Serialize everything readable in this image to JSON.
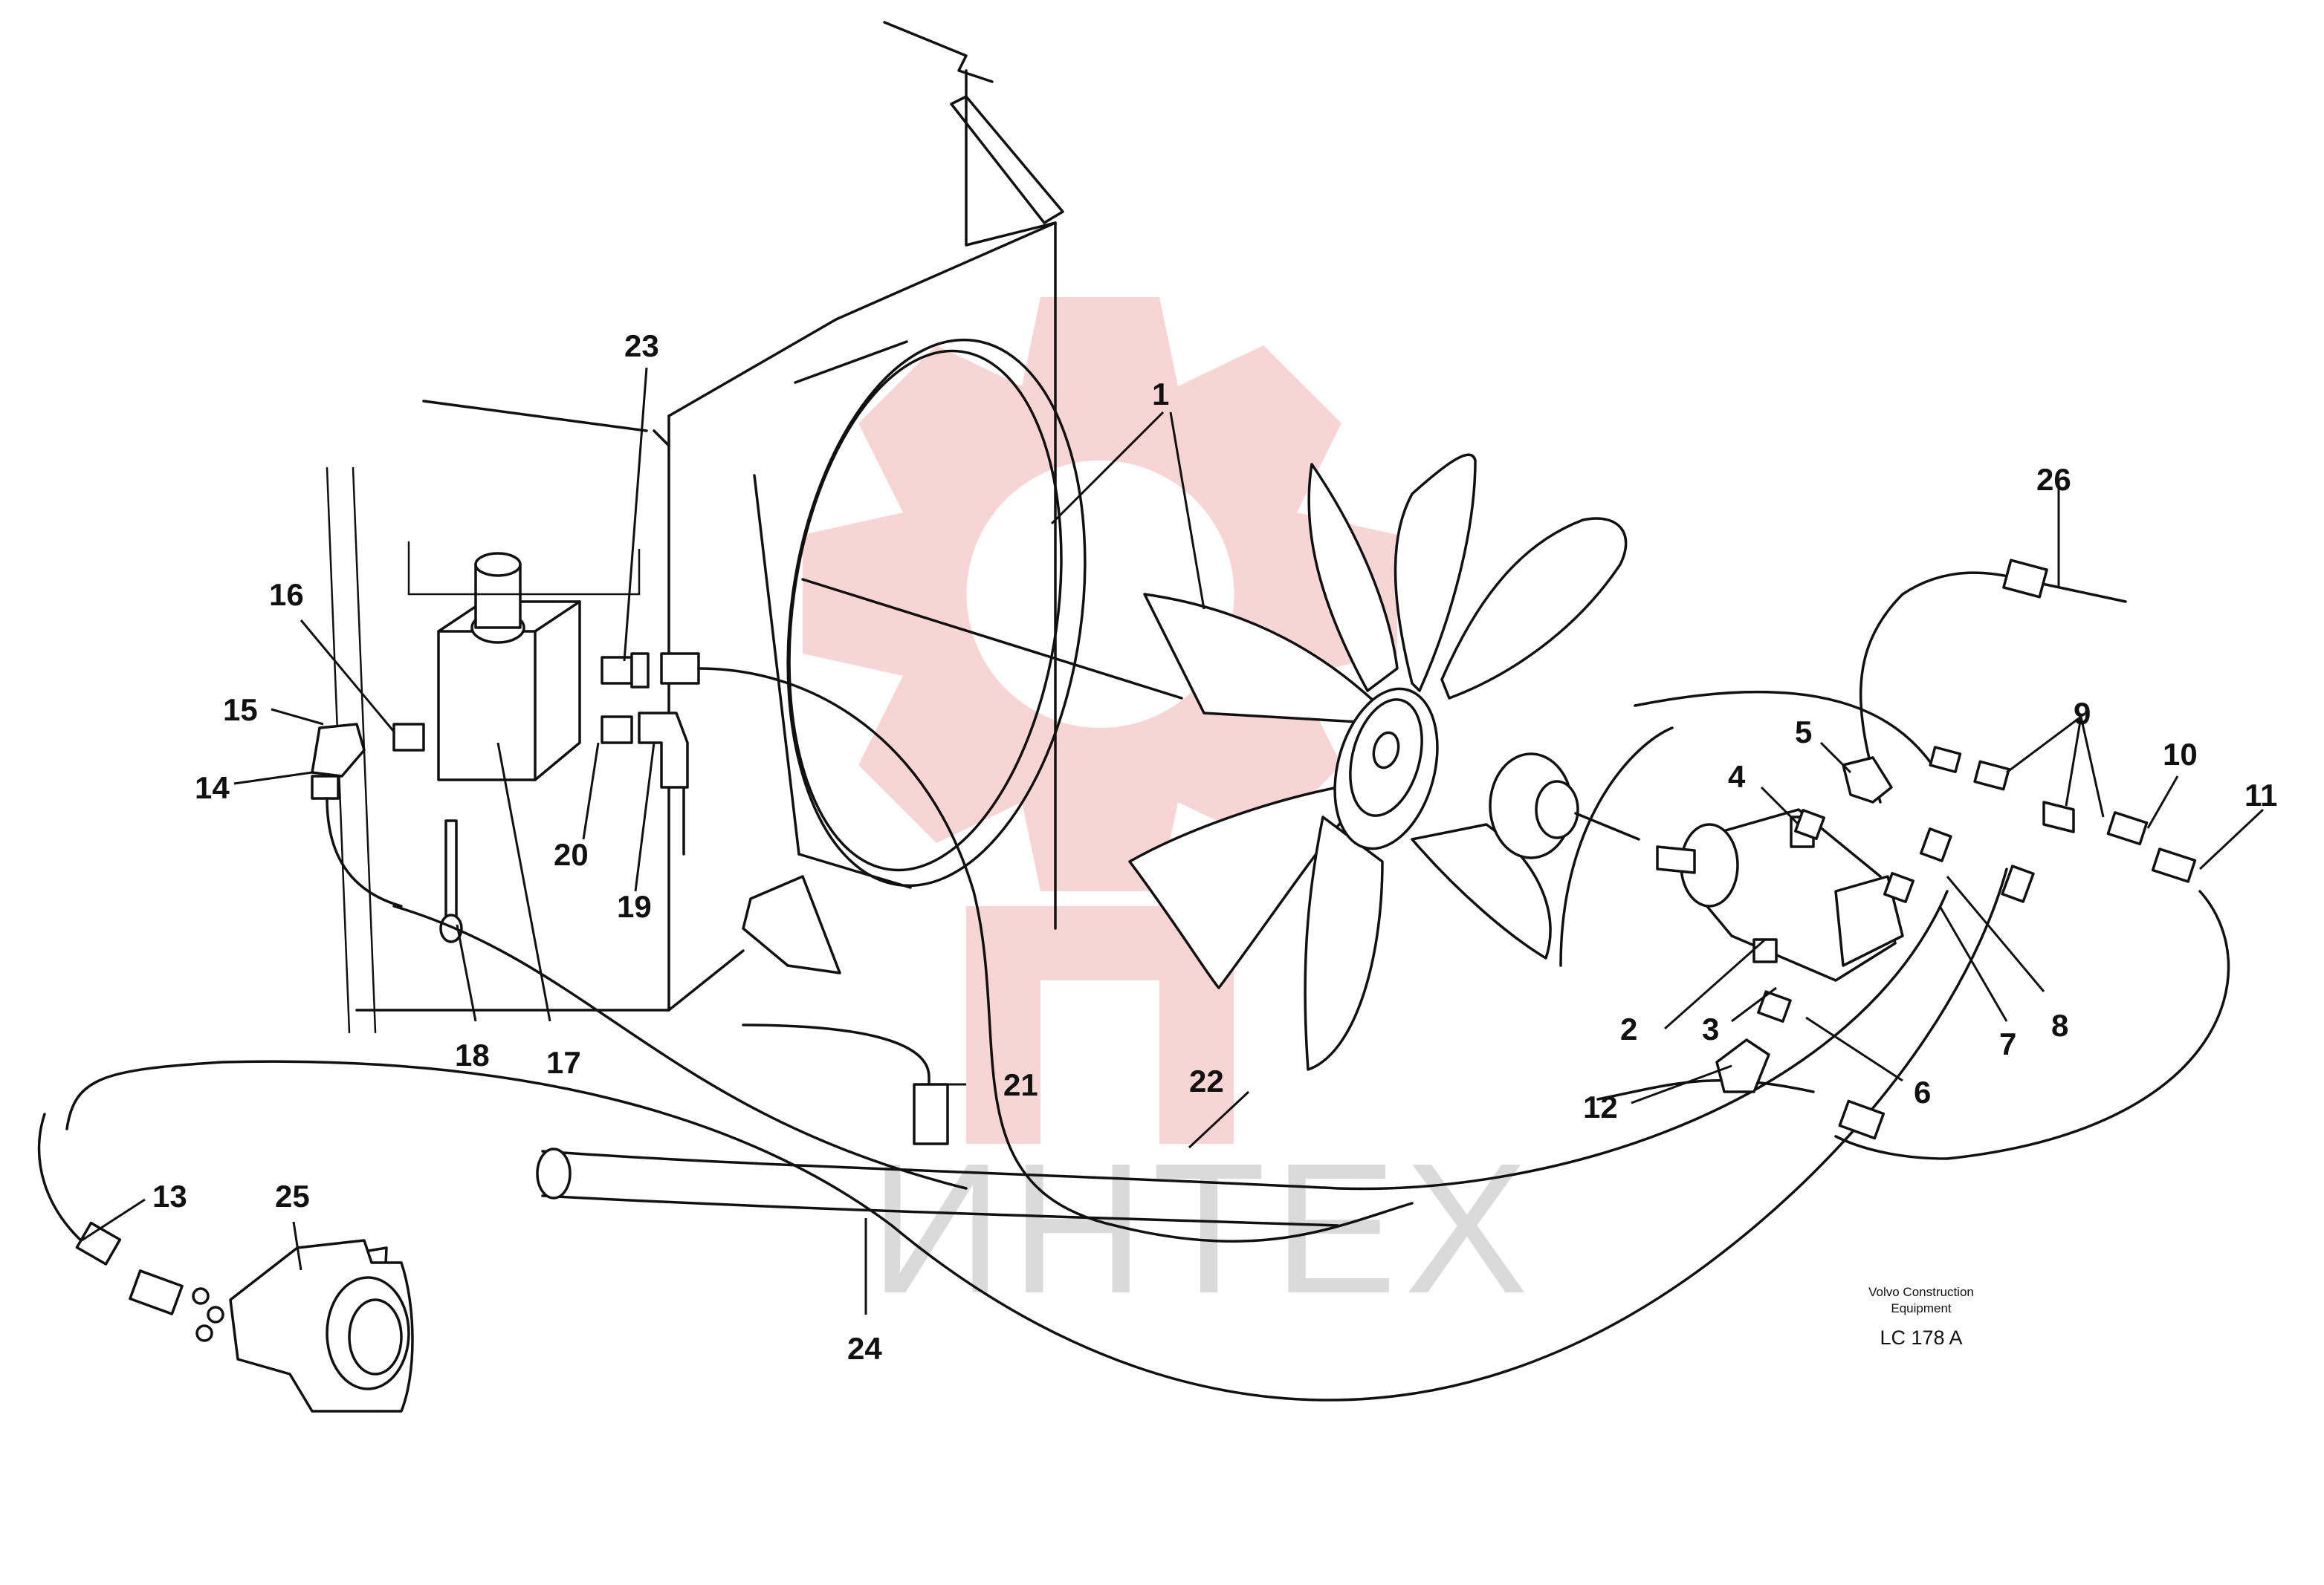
{
  "diagram": {
    "callouts": [
      "1",
      "2",
      "3",
      "4",
      "5",
      "6",
      "7",
      "8",
      "9",
      "10",
      "11",
      "12",
      "13",
      "14",
      "15",
      "16",
      "17",
      "18",
      "19",
      "20",
      "21",
      "22",
      "23",
      "24",
      "25",
      "26"
    ],
    "watermark_text": "ИНТЕХ",
    "caption": {
      "line1": "Volvo Construction",
      "line2": "Equipment",
      "doc_id": "LC 178 A"
    }
  },
  "colors": {
    "line": "#111111",
    "watermark_red": "#f3b3b3",
    "watermark_gray": "#d4d4d4"
  }
}
